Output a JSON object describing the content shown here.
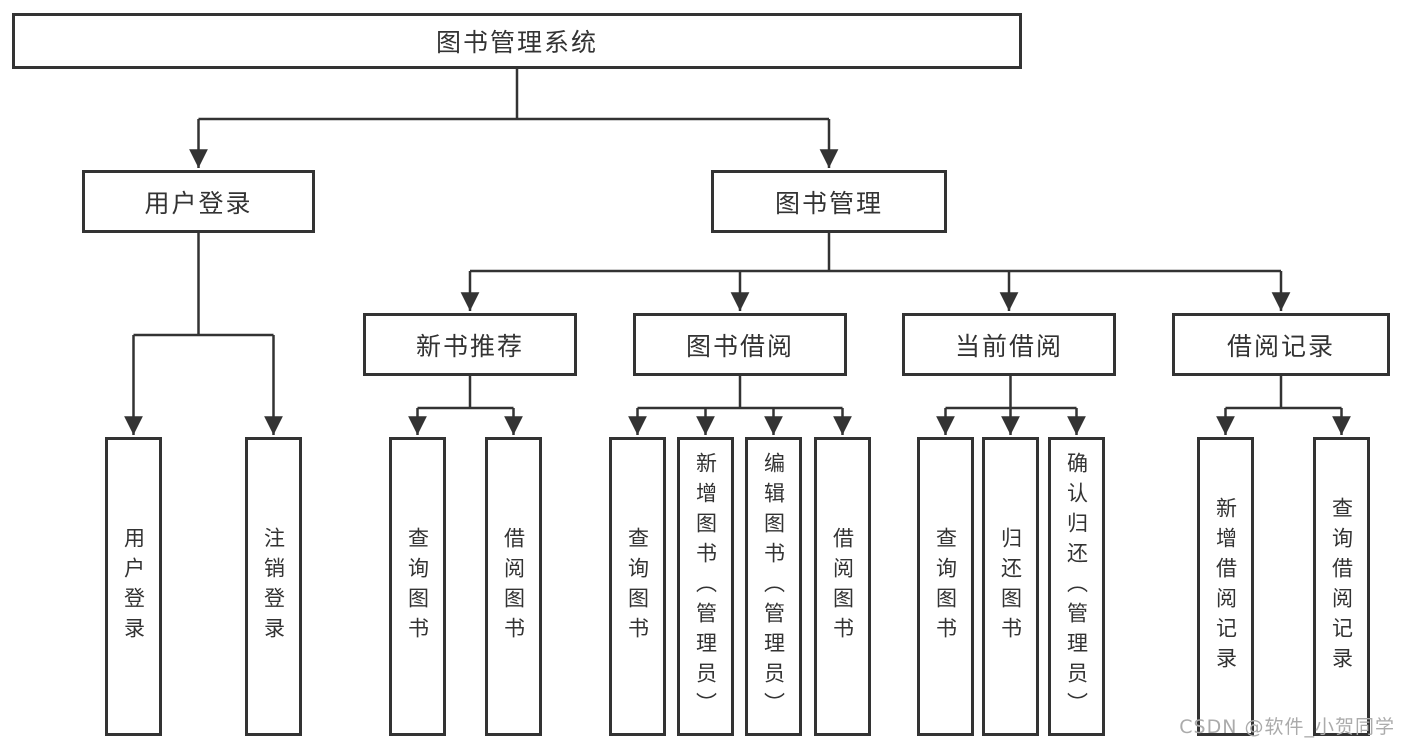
{
  "tree": {
    "root": {
      "label": "图书管理系统"
    },
    "level2": [
      {
        "label": "用户登录"
      },
      {
        "label": "图书管理"
      }
    ],
    "level3": [
      {
        "label": "新书推荐",
        "parent": "图书管理"
      },
      {
        "label": "图书借阅",
        "parent": "图书管理"
      },
      {
        "label": "当前借阅",
        "parent": "图书管理"
      },
      {
        "label": "借阅记录",
        "parent": "图书管理"
      }
    ],
    "leaves": [
      {
        "label": "用户登录",
        "parent": "用户登录"
      },
      {
        "label": "注销登录",
        "parent": "用户登录"
      },
      {
        "label": "查询图书",
        "parent": "新书推荐"
      },
      {
        "label": "借阅图书",
        "parent": "新书推荐"
      },
      {
        "label": "查询图书",
        "parent": "图书借阅"
      },
      {
        "label": "新增图书（管理员）",
        "parent": "图书借阅"
      },
      {
        "label": "编辑图书（管理员）",
        "parent": "图书借阅"
      },
      {
        "label": "借阅图书",
        "parent": "图书借阅"
      },
      {
        "label": "查询图书",
        "parent": "当前借阅"
      },
      {
        "label": "归还图书",
        "parent": "当前借阅"
      },
      {
        "label": "确认归还（管理员）",
        "parent": "当前借阅"
      },
      {
        "label": "新增借阅记录",
        "parent": "借阅记录"
      },
      {
        "label": "查询借阅记录",
        "parent": "借阅记录"
      }
    ]
  },
  "watermark": {
    "text": "CSDN @软件_小贺同学"
  },
  "colors": {
    "line": "#333333",
    "box_border": "#333333",
    "text": "#333333",
    "background": "#ffffff",
    "watermark": "#ababab"
  }
}
